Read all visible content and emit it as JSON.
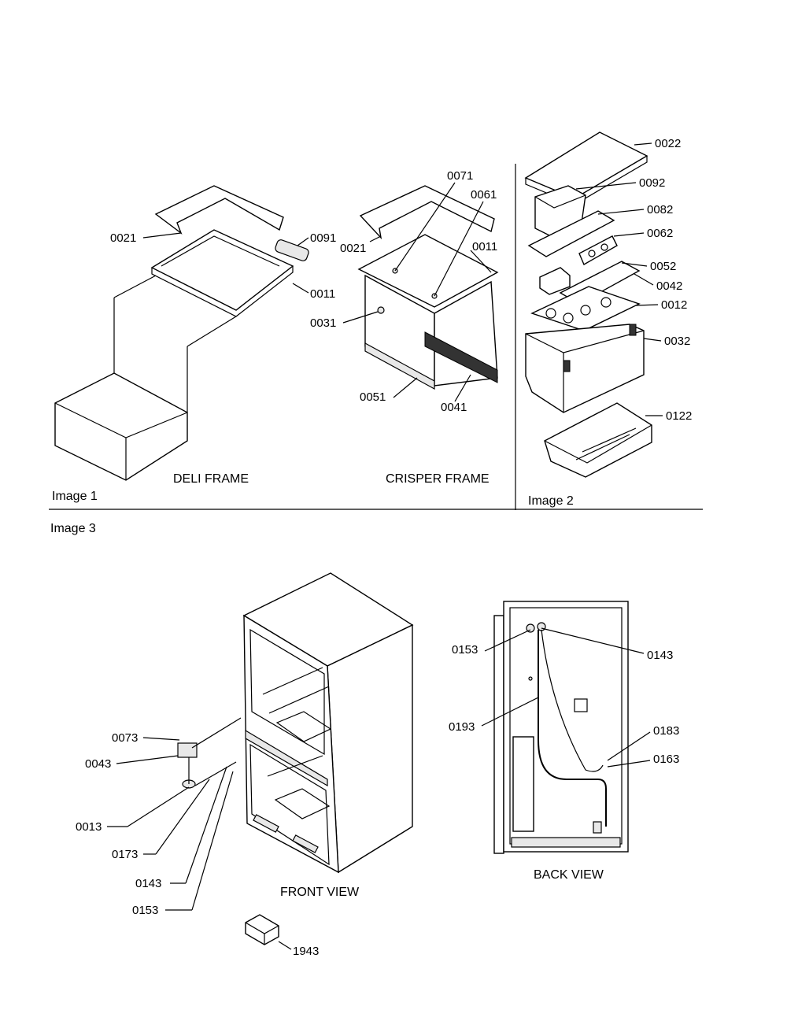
{
  "images": {
    "image1": "Image 1",
    "image2": "Image 2",
    "image3": "Image 3"
  },
  "captions": {
    "deli_frame": "DELI FRAME",
    "crisper_frame": "CRISPER FRAME",
    "front_view": "FRONT VIEW",
    "back_view": "BACK VIEW"
  },
  "parts": {
    "p0021": "0021",
    "p0091": "0091",
    "p0011": "0011",
    "p0071": "0071",
    "p0061": "0061",
    "p0031": "0031",
    "p0051": "0051",
    "p0041": "0041",
    "p0022": "0022",
    "p0092": "0092",
    "p0082": "0082",
    "p0062": "0062",
    "p0052": "0052",
    "p0042": "0042",
    "p0012": "0012",
    "p0032": "0032",
    "p0122": "0122",
    "p0073": "0073",
    "p0043": "0043",
    "p0013": "0013",
    "p0173": "0173",
    "p0143": "0143",
    "p0153": "0153",
    "p1943": "1943",
    "p0193": "0193",
    "p0183": "0183",
    "p0163": "0163"
  }
}
